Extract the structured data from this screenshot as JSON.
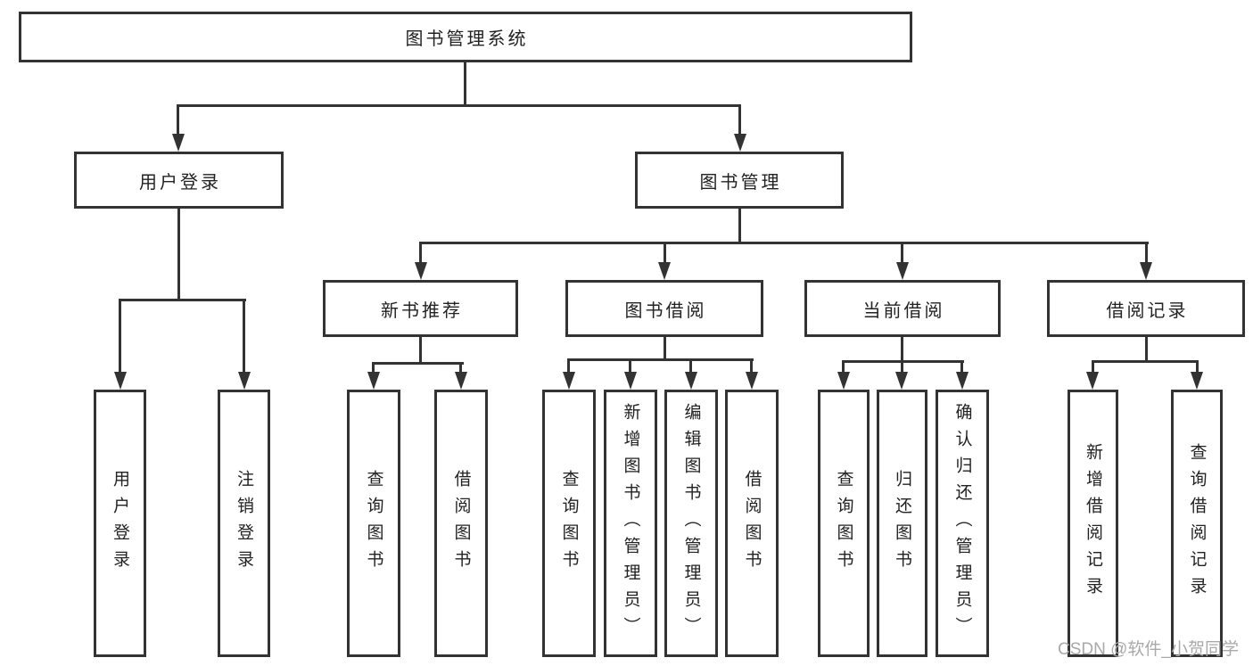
{
  "tree": {
    "label": "图书管理系统",
    "children": [
      {
        "label": "用户登录",
        "children": [
          {
            "label": "用户登录"
          },
          {
            "label": "注销登录"
          }
        ]
      },
      {
        "label": "图书管理",
        "children": [
          {
            "label": "新书推荐",
            "children": [
              {
                "label": "查询图书"
              },
              {
                "label": "借阅图书"
              }
            ]
          },
          {
            "label": "图书借阅",
            "children": [
              {
                "label": "查询图书"
              },
              {
                "label": "新增图书（管理员）"
              },
              {
                "label": "编辑图书（管理员）"
              },
              {
                "label": "借阅图书"
              }
            ]
          },
          {
            "label": "当前借阅",
            "children": [
              {
                "label": "查询图书"
              },
              {
                "label": "归还图书"
              },
              {
                "label": "确认归还（管理员）"
              }
            ]
          },
          {
            "label": "借阅记录",
            "children": [
              {
                "label": "新增借阅记录"
              },
              {
                "label": "查询借阅记录"
              }
            ]
          }
        ]
      }
    ]
  },
  "watermark": "CSDN @软件_小贺同学",
  "colors": {
    "line": "#333333",
    "text": "#222222",
    "watermark": "#a9a9a9",
    "background": "#ffffff"
  }
}
